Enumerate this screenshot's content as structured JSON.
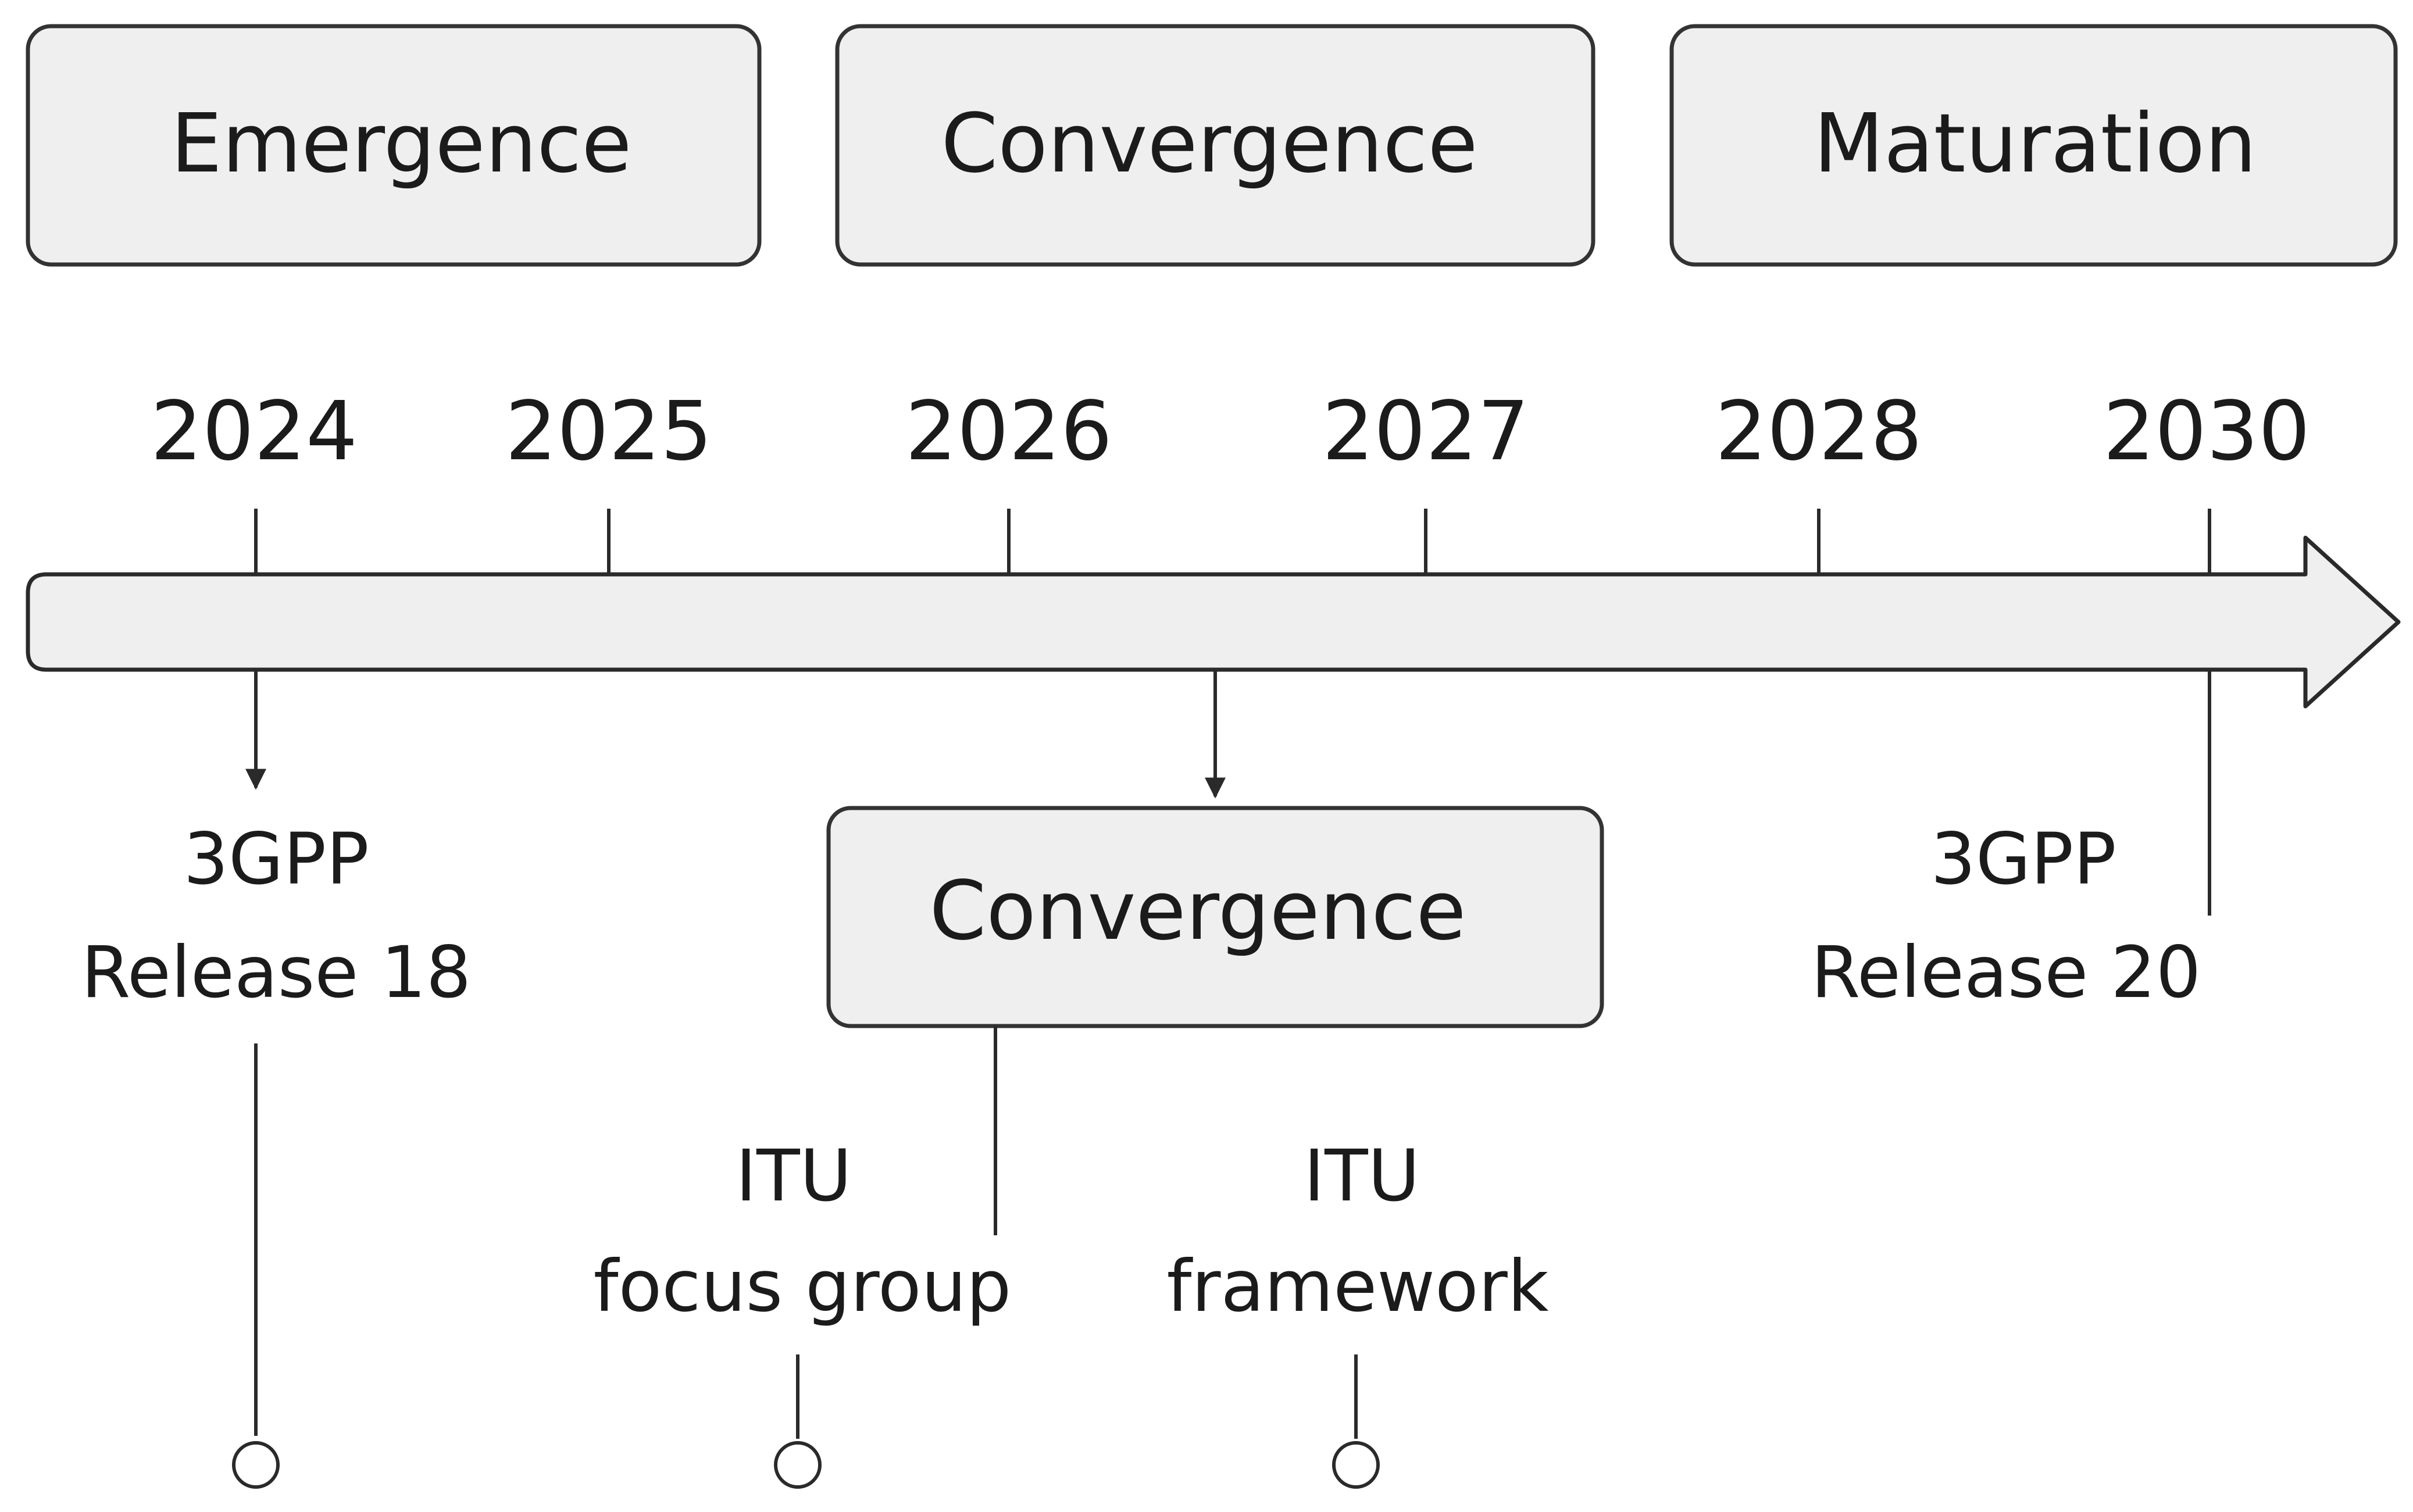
{
  "phases": [
    {
      "label": "Emergence"
    },
    {
      "label": "Convergence"
    },
    {
      "label": "Maturation"
    }
  ],
  "years": [
    {
      "label": "2024"
    },
    {
      "label": "2025"
    },
    {
      "label": "2026"
    },
    {
      "label": "2027"
    },
    {
      "label": "2028"
    },
    {
      "label": "2030"
    }
  ],
  "callout": {
    "label": "Convergence"
  },
  "milestones": {
    "rel18": {
      "line1": "3GPP",
      "line2": "Release 18"
    },
    "rel20": {
      "line1": "3GPP",
      "line2": "Release 20"
    },
    "itu_focus": {
      "line1": "ITU",
      "line2": "focus group"
    },
    "itu_framework": {
      "line1": "ITU",
      "line2": "framework"
    }
  },
  "colors": {
    "box_fill": "#efefef",
    "stroke": "#2a2a2a",
    "text": "#1b1b1b"
  }
}
